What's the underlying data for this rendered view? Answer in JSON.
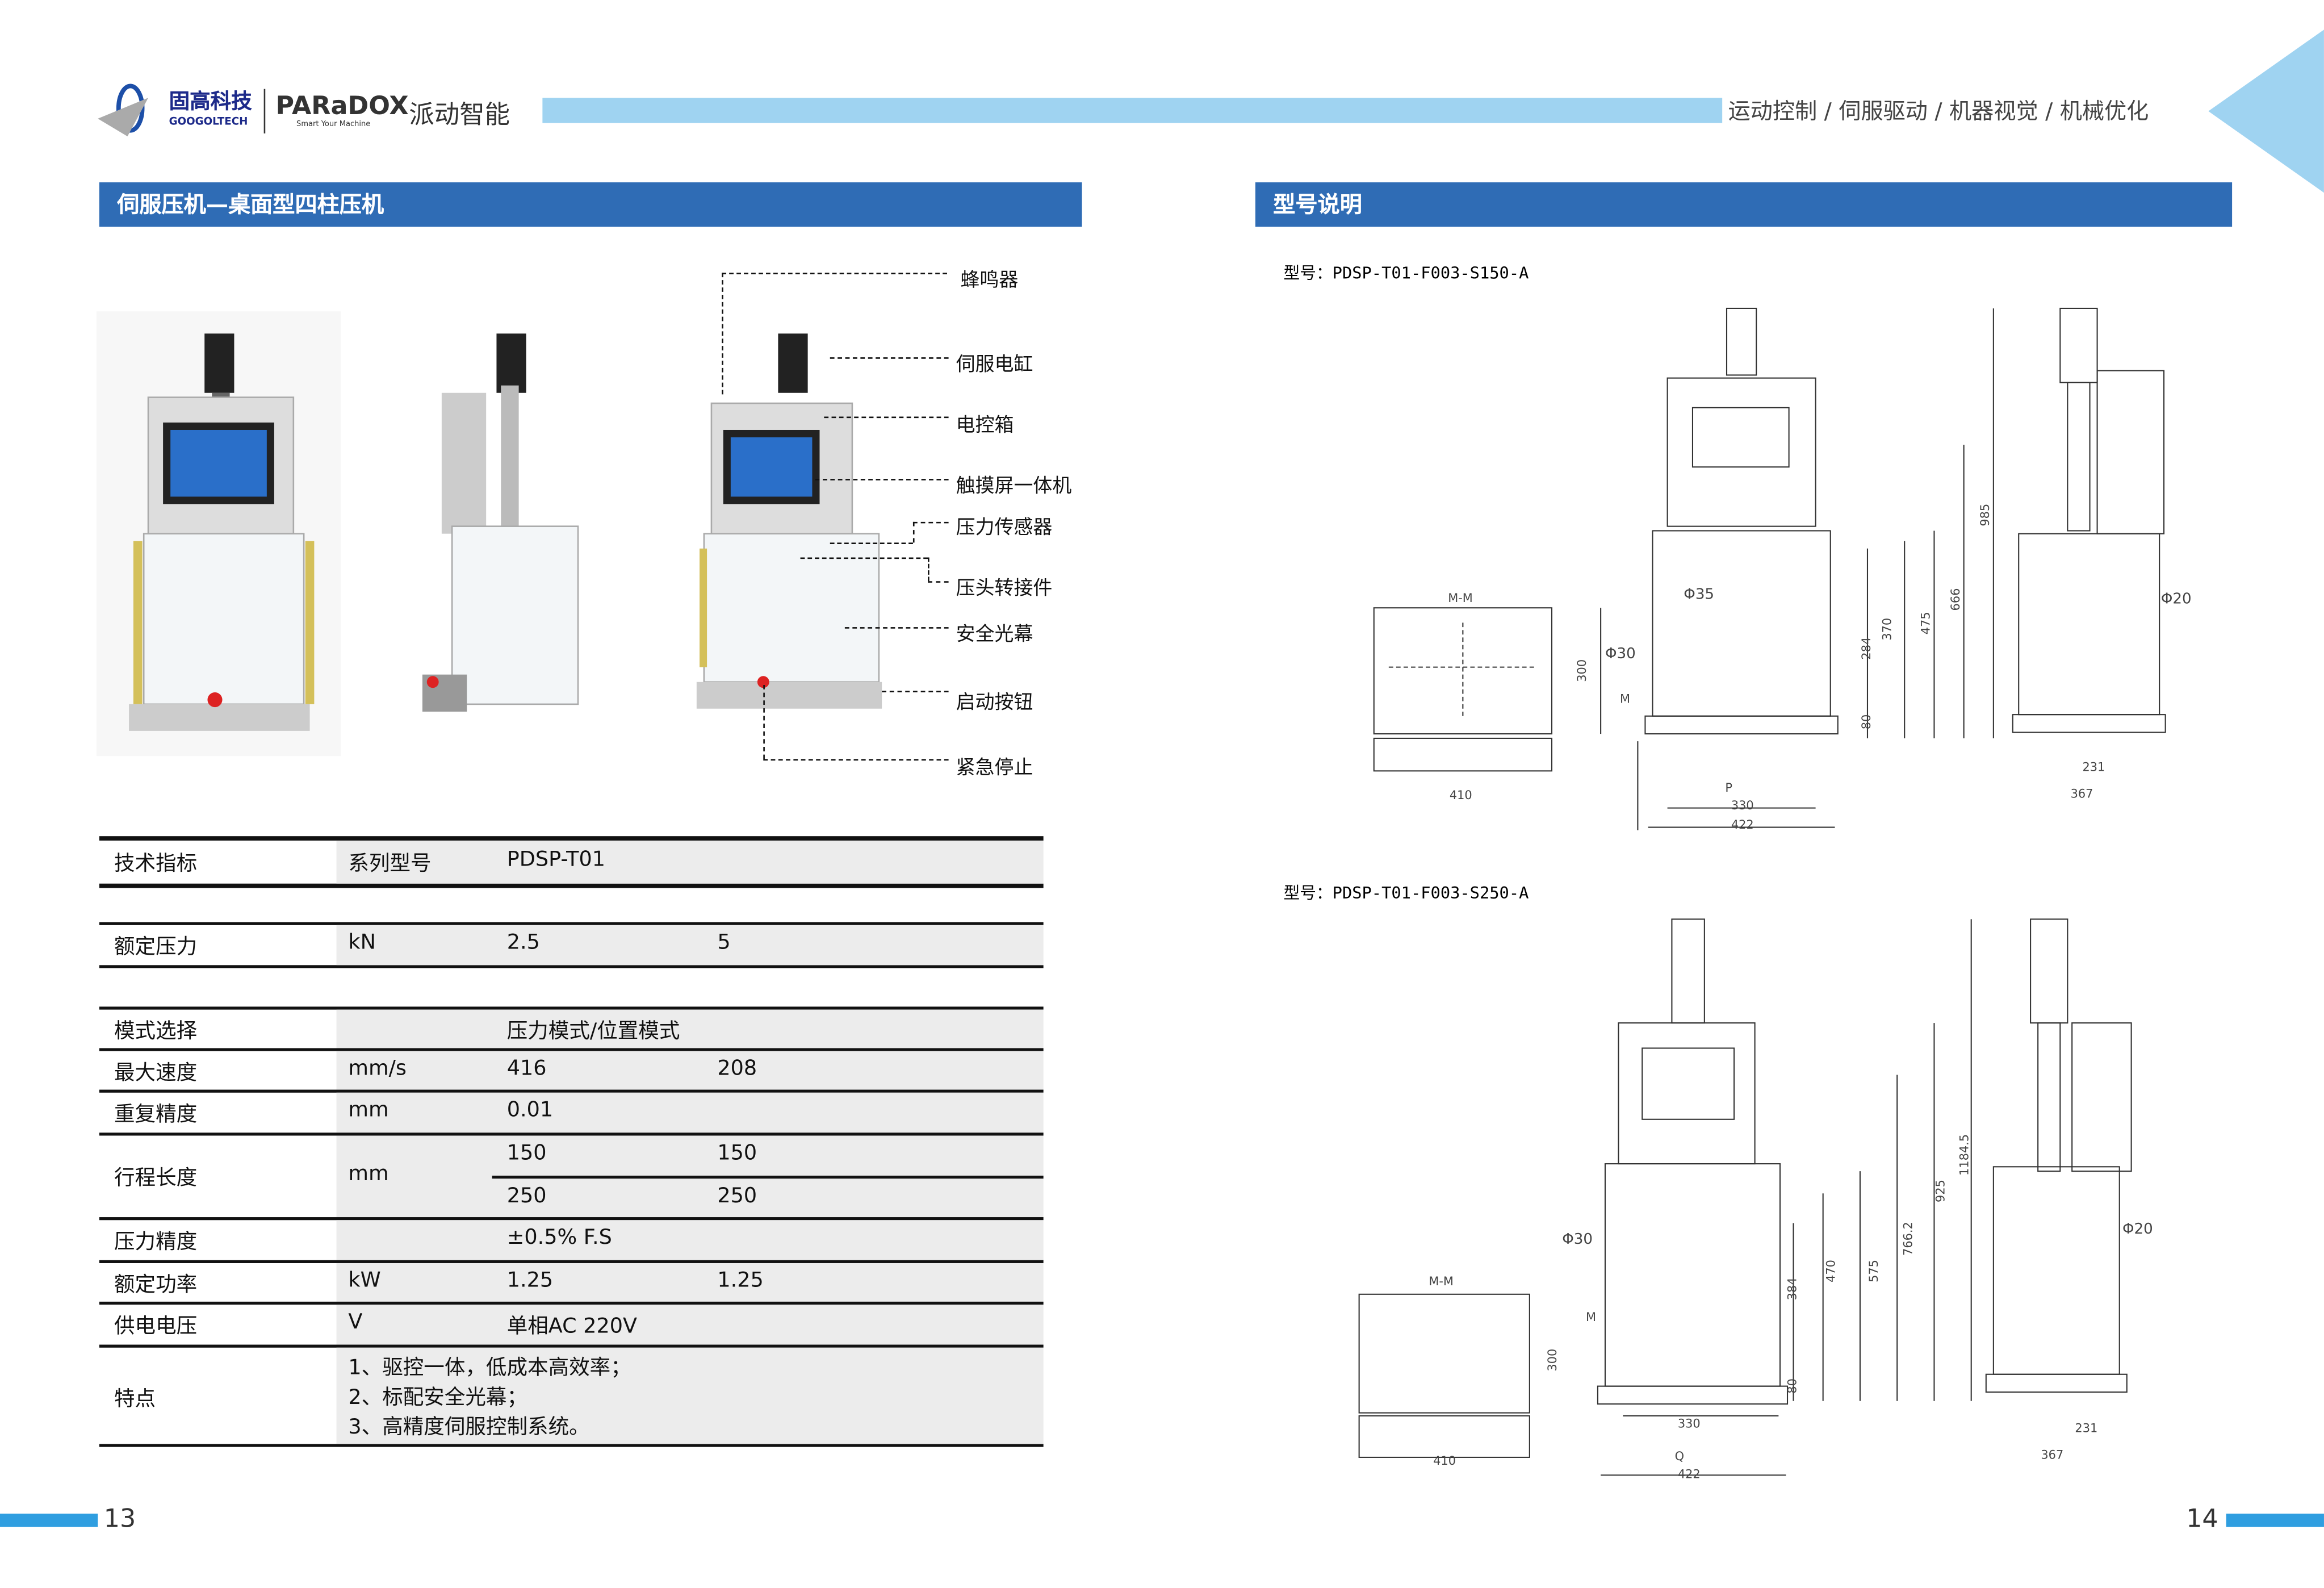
{
  "header": {
    "brand_cn": "固高科技",
    "brand_en": "GOOGOLTECH",
    "paradox": "PARaDOX",
    "paradox_cn": "派动智能",
    "slogan": "Smart Your Machine",
    "tagline": "运动控制 / 伺服驱动 / 机器视觉 / 机械优化",
    "accent": "#2f6cb5",
    "light_bar": "#9fd3f1"
  },
  "left": {
    "title": "伺服压机—桌面型四柱压机",
    "callouts": [
      "蜂鸣器",
      "伺服电缸",
      "电控箱",
      "触摸屏一体机",
      "压力传感器",
      "压头转接件",
      "安全光幕",
      "启动按钮",
      "紧急停止"
    ],
    "table": {
      "header": [
        "技术指标",
        "系列型号",
        "PDSP-T01"
      ],
      "force": [
        "额定压力",
        "kN",
        "2.5",
        "5"
      ],
      "mode": [
        "模式选择",
        "压力模式/位置模式"
      ],
      "speed": [
        "最大速度",
        "mm/s",
        "416",
        "208"
      ],
      "repeat": [
        "重复精度",
        "mm",
        "0.01"
      ],
      "stroke": {
        "label": "行程长度",
        "unit": "mm",
        "rows": [
          [
            "150",
            "150"
          ],
          [
            "250",
            "250"
          ]
        ]
      },
      "precision": [
        "压力精度",
        "±0.5% F.S"
      ],
      "power": [
        "额定功率",
        "kW",
        "1.25",
        "1.25"
      ],
      "voltage": [
        "供电电压",
        "V",
        "单相AC 220V"
      ],
      "features": {
        "label": "特点",
        "items": [
          "1、驱控一体，低成本高效率；",
          "2、标配安全光幕；",
          "3、高精度伺服控制系统。"
        ]
      }
    }
  },
  "right": {
    "title": "型号说明",
    "model1": {
      "label": "型号：PDSP-T01-F003-S150-A",
      "dims": {
        "mm": "M-M",
        "d1": "410",
        "d2": "300",
        "d3": "Φ30",
        "m": "M",
        "p": "P",
        "w1": "330",
        "w2": "422",
        "h80": "80",
        "h284": "284",
        "h370": "370",
        "h475": "475",
        "h666": "666",
        "h985": "985",
        "phi35": "Φ35",
        "phi20": "Φ20",
        "s231": "231",
        "s367": "367"
      }
    },
    "model2": {
      "label": "型号：PDSP-T01-F003-S250-A",
      "dims": {
        "mm": "M-M",
        "d1": "410",
        "d2": "300",
        "d3": "Φ30",
        "m": "M",
        "q": "Q",
        "w1": "330",
        "w2": "422",
        "h80": "80",
        "h384": "384",
        "h470": "470",
        "h575": "575",
        "h766": "766.2",
        "h925": "925",
        "h1184": "1184.5",
        "phi20": "Φ20",
        "s231": "231",
        "s367": "367"
      }
    }
  },
  "footer": {
    "page_left": "13",
    "page_right": "14"
  }
}
